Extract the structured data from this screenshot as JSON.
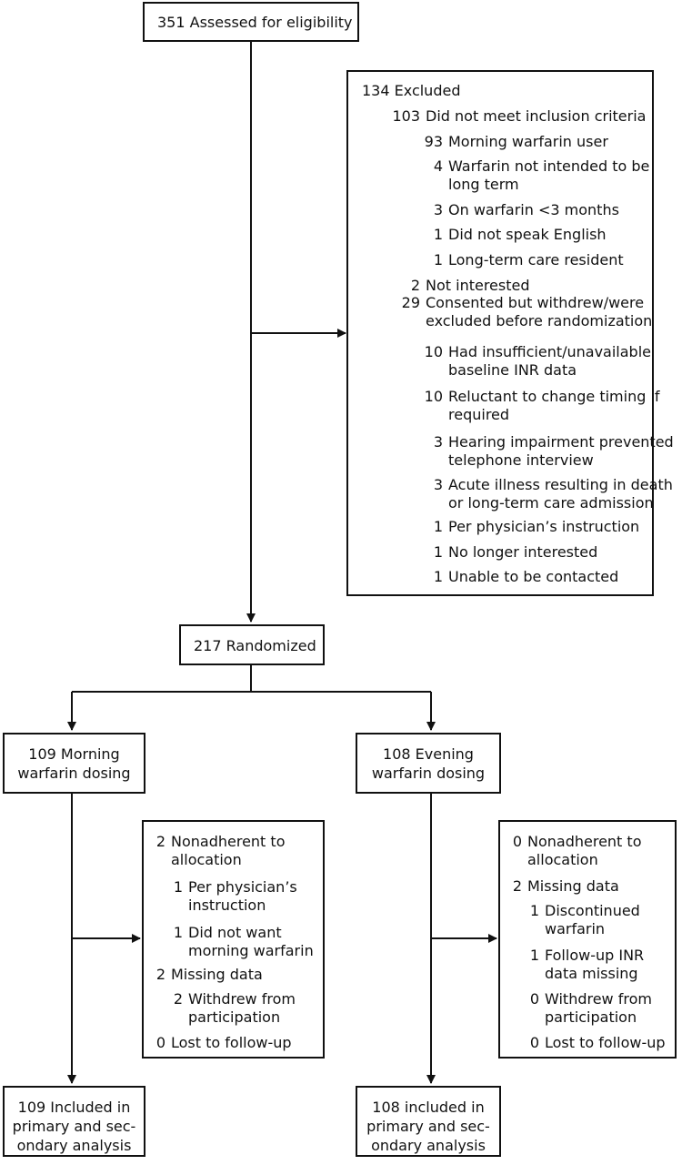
{
  "assessed": {
    "count": "351",
    "label": "Assessed for eligibility"
  },
  "excluded": {
    "count": "134",
    "label": "Excluded",
    "items": [
      {
        "n": "103",
        "t": [
          "Did not meet inclusion criteria"
        ]
      },
      {
        "n": "93",
        "t": [
          "Morning warfarin user"
        ]
      },
      {
        "n": "4",
        "t": [
          "Warfarin not intended to be",
          "long term"
        ]
      },
      {
        "n": "3",
        "t": [
          "On warfarin <3 months"
        ]
      },
      {
        "n": "1",
        "t": [
          "Did not speak English"
        ]
      },
      {
        "n": "1",
        "t": [
          "Long-term care resident"
        ]
      },
      {
        "n": "2",
        "t": [
          "Not interested"
        ]
      },
      {
        "n": "29",
        "t": [
          "Consented but withdrew/were",
          "excluded before randomization"
        ]
      },
      {
        "n": "10",
        "t": [
          "Had insufficient/unavailable",
          "baseline INR data"
        ]
      },
      {
        "n": "10",
        "t": [
          "Reluctant to change timing if",
          "required"
        ]
      },
      {
        "n": "3",
        "t": [
          "Hearing impairment prevented",
          "telephone interview"
        ]
      },
      {
        "n": "3",
        "t": [
          "Acute illness resulting in death",
          "or long-term care admission"
        ]
      },
      {
        "n": "1",
        "t": [
          "Per physician’s instruction"
        ]
      },
      {
        "n": "1",
        "t": [
          "No longer interested"
        ]
      },
      {
        "n": "1",
        "t": [
          "Unable to be contacted"
        ]
      }
    ]
  },
  "randomized": {
    "count": "217",
    "label": "Randomized"
  },
  "morning": {
    "line1": "109 Morning",
    "line2": "warfarin dosing",
    "detail": [
      {
        "n": "2",
        "t": [
          "Nonadherent to",
          "allocation"
        ]
      },
      {
        "n": "1",
        "t": [
          "Per physician’s",
          "instruction"
        ]
      },
      {
        "n": "1",
        "t": [
          "Did not want",
          "morning warfarin"
        ]
      },
      {
        "n": "2",
        "t": [
          "Missing data"
        ]
      },
      {
        "n": "2",
        "t": [
          "Withdrew from",
          "participation"
        ]
      },
      {
        "n": "0",
        "t": [
          "Lost to follow-up"
        ]
      }
    ],
    "analysis": [
      "109 Included in",
      "primary and sec-",
      "ondary analysis"
    ]
  },
  "evening": {
    "line1": "108 Evening",
    "line2": "warfarin dosing",
    "detail": [
      {
        "n": "0",
        "t": [
          "Nonadherent to",
          "allocation"
        ]
      },
      {
        "n": "2",
        "t": [
          "Missing data"
        ]
      },
      {
        "n": "1",
        "t": [
          "Discontinued",
          "warfarin"
        ]
      },
      {
        "n": "1",
        "t": [
          "Follow-up INR",
          "data missing"
        ]
      },
      {
        "n": "0",
        "t": [
          "Withdrew from",
          "participation"
        ]
      },
      {
        "n": "0",
        "t": [
          "Lost to follow-up"
        ]
      }
    ],
    "analysis": [
      "108 included in",
      "primary and sec-",
      "ondary analysis"
    ]
  }
}
